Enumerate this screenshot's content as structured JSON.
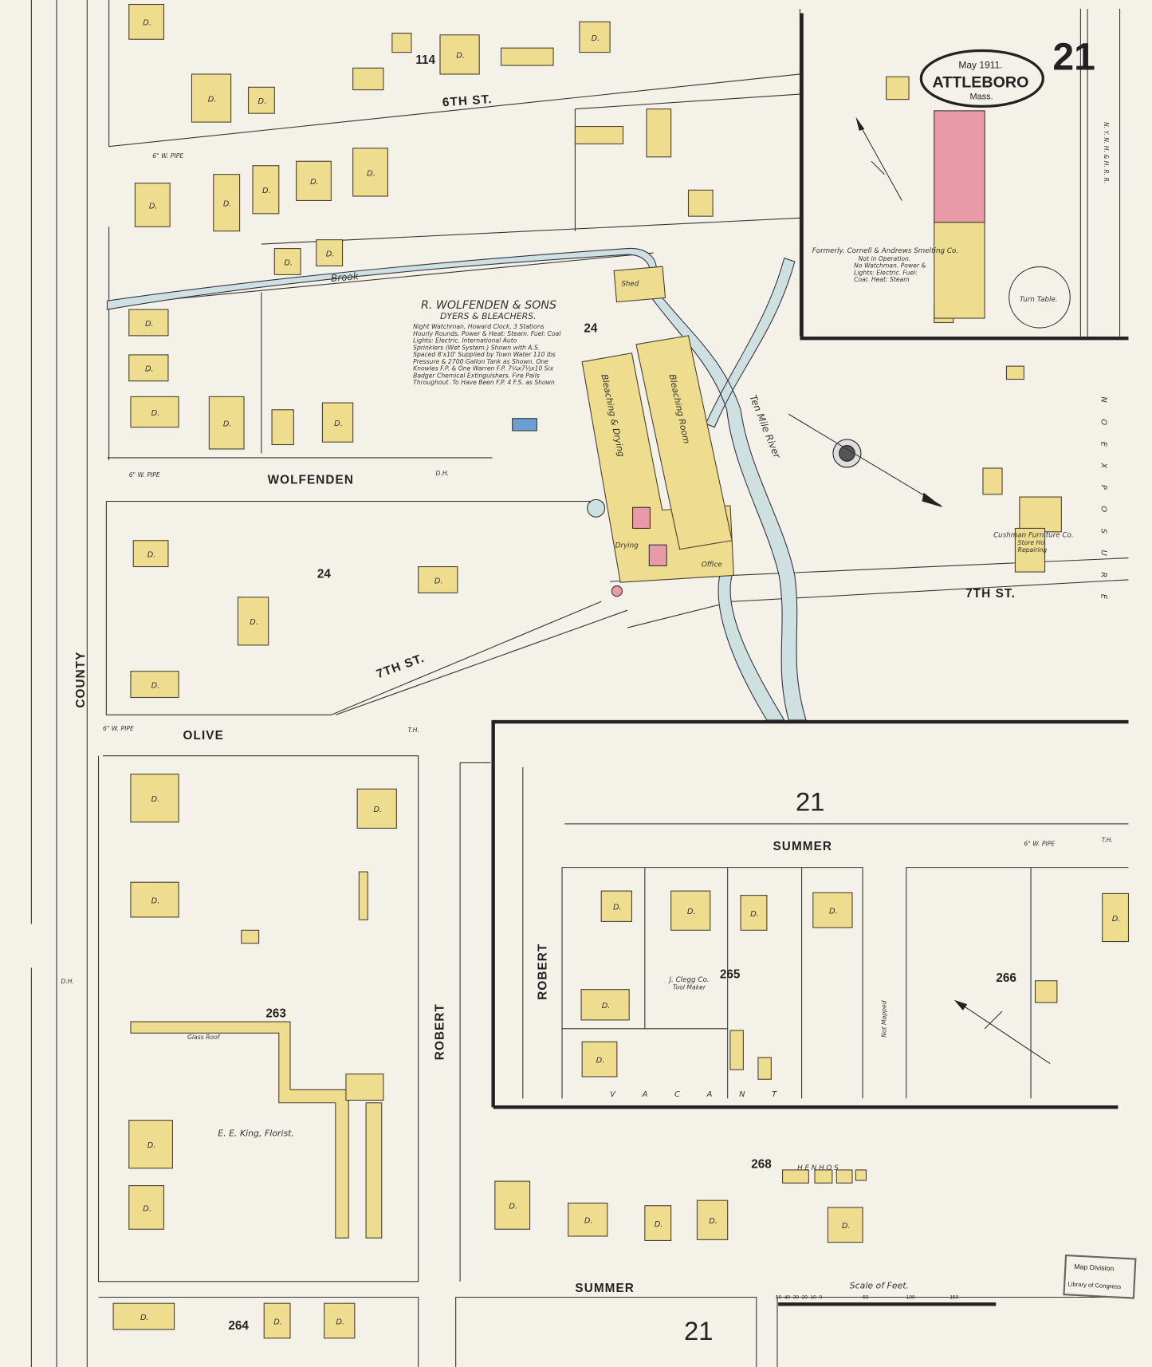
{
  "header": {
    "date": "May 1911.",
    "city": "ATTLEBORO",
    "state": "Mass.",
    "sheet_number": "21"
  },
  "streets": {
    "sixth": "6TH ST.",
    "seventh_west": "7TH ST.",
    "seventh_east": "7TH ST.",
    "wolfenden": "WOLFENDEN",
    "olive": "OLIVE",
    "summer_north": "SUMMER",
    "summer_south": "SUMMER",
    "county": "COUNTY",
    "robert": "ROBERT",
    "robert_inset": "ROBERT"
  },
  "blocks": {
    "b114": "114",
    "b24_north": "24",
    "b24_south": "24",
    "b263": "263",
    "b264": "264",
    "b265": "265",
    "b266": "266",
    "b268": "268",
    "b21_inset": "21",
    "b21_bottom": "21"
  },
  "water": {
    "brook": "Brook",
    "river": "Ten Mile River"
  },
  "labels": {
    "dwelling": "D.",
    "water_pipe": "6\" W. PIPE",
    "wolfenden_name": "R. WOLFENDEN & SONS",
    "wolfenden_trade": "DYERS & BLEACHERS.",
    "wolfenden_notes": [
      "Night Watchman, Howard Clock, 3 Stations",
      "Hourly Rounds. Power & Heat: Steam. Fuel: Coal",
      "Lights: Electric. International Auto",
      "Sprinklers (Wet System.) Shown with A.S.",
      "Spaced 8'x10' Supplied by Town Water 110 lbs",
      "Pressure & 2700 Gallon Tank as Shown. One",
      "Knowles F.P. & One Warren F.P. 7¼x7½x10 Six",
      "Badger Chemical Extinguishers. Fire Pails",
      "Throughout. To Have Been F.P. 4 F.S. as Shown"
    ],
    "bleaching_drying": "Bleaching & Drying",
    "bleaching_room": "Bleaching Room",
    "drying": "Drying",
    "office": "Office",
    "shed": "Shed",
    "cornell": [
      "Formerly. Cornell & Andrews Smelting Co.",
      "Not in Operation.",
      "No Watchman. Power &",
      "Lights: Electric. Fuel:",
      "Coal. Heat: Steam"
    ],
    "turn_table": "Turn Table.",
    "railroad": "N. Y. N. H. & H. R. R.",
    "cushman": [
      "Cushman Furniture Co.",
      "Store Ho.",
      "Repairing"
    ],
    "clegg": [
      "J. Clegg Co.",
      "Tool Maker"
    ],
    "king": "E. E. King, Florist.",
    "glass_roof": "Glass Roof",
    "hen_hos": "H E N   H O S",
    "vacant": "V A C A N T",
    "not_mapped": "Not Mapped",
    "exposure": "N O   E X P O S U R E",
    "dh": "D.H.",
    "th": "T.H."
  },
  "scale": {
    "title": "Scale of Feet.",
    "ticks": [
      "50",
      "40",
      "30",
      "20",
      "10",
      "0",
      "50",
      "100",
      "150"
    ]
  },
  "stamp": [
    "Map Division",
    "Library of Congress"
  ],
  "colors": {
    "frame_brick": "#eedc8f",
    "brick": "#e99aa8",
    "concrete": "#6a9fd0",
    "water": "#cfe0e0",
    "paper": "#f4f2e8"
  }
}
